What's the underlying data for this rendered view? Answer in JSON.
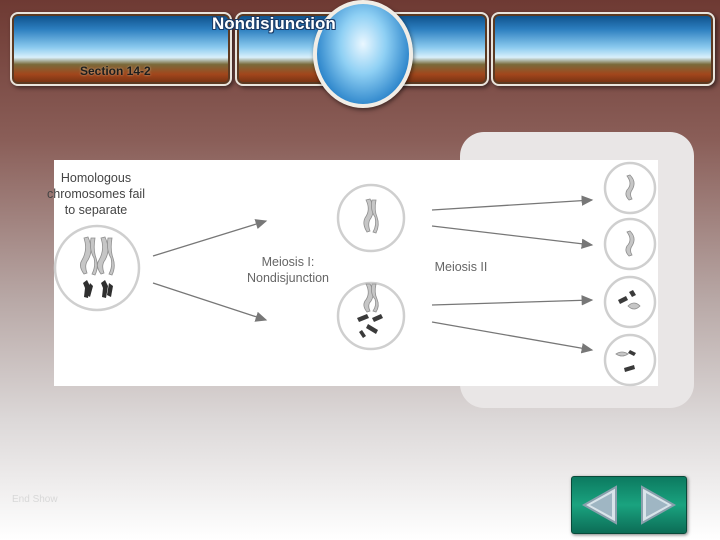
{
  "header": {
    "title": "Nondisjunction",
    "section": "Section 14-2"
  },
  "diagram": {
    "start_label": "Homologous chromosomes fail to separate",
    "stage1_label": "Meiosis I: Nondisjunction",
    "stage2_label": "Meiosis II"
  },
  "footer": {
    "slide_code": "End Show"
  },
  "colors": {
    "chromosome_light": "#bdbdbd",
    "chromosome_dark": "#333333",
    "arrow": "#777777"
  }
}
